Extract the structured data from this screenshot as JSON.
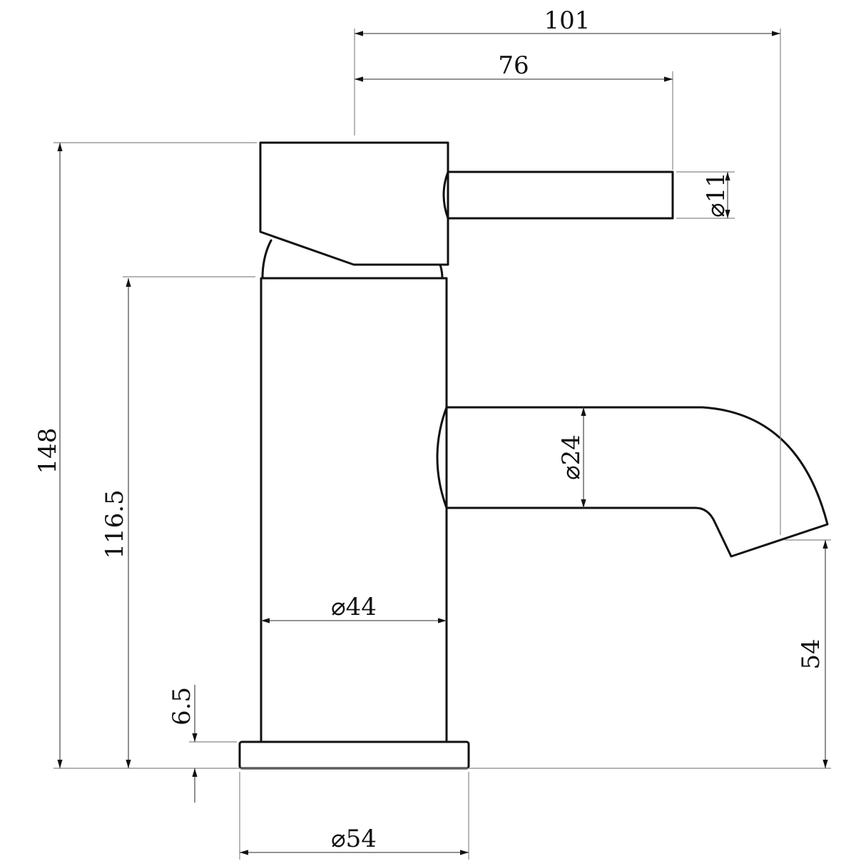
{
  "dimensions": {
    "overall_reach": "101",
    "handle_reach": "76",
    "handle_diameter": "⌀11",
    "spout_diameter": "⌀24",
    "body_diameter": "⌀44",
    "base_diameter": "⌀54",
    "overall_height": "148",
    "body_height": "116.5",
    "base_height": "6.5",
    "spout_outlet_height": "54"
  },
  "colors": {
    "line": "#111111",
    "dimension": "#555555",
    "background": "#ffffff"
  }
}
